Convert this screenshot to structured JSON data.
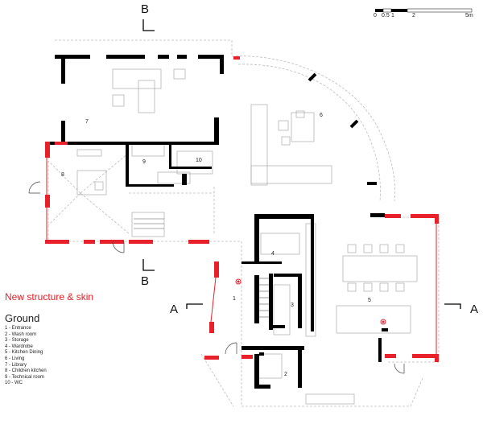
{
  "heading": "New structure & skin",
  "subheading": "Ground",
  "legend": [
    "1 - Entrance",
    "2 - Wash room",
    "3 - Storage",
    "4 - Wardrobe",
    "5 - Kitchen Dining",
    "6 - Living",
    "7 - Library",
    "8 - Children kitchen",
    "9 - Technical room",
    "10 - WC"
  ],
  "rooms": [
    "1",
    "2",
    "3",
    "4",
    "5",
    "6",
    "7",
    "8",
    "9",
    "10"
  ],
  "sections": {
    "a": "A",
    "b": "B"
  },
  "scale": [
    "0",
    "0.5",
    "1",
    "2",
    "5m"
  ],
  "colors": {
    "new_structure": "#e8202a",
    "existing": "#000000"
  }
}
